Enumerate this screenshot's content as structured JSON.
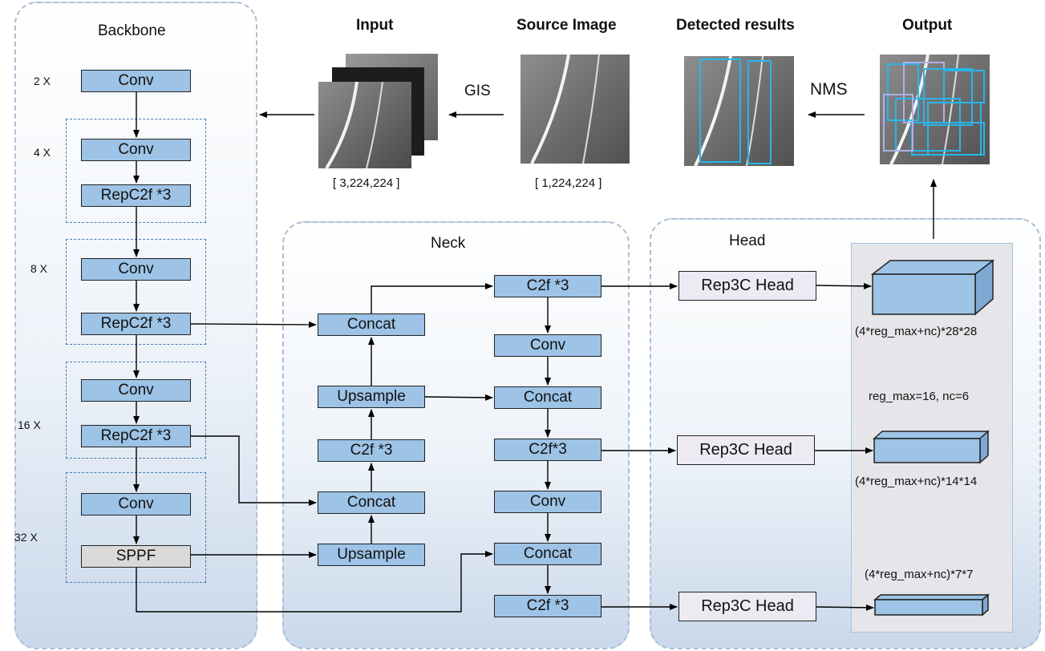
{
  "backbone": {
    "title": "Backbone",
    "scales": [
      "2 X",
      "4 X",
      "8 X",
      "16 X",
      "32 X"
    ],
    "blocks": [
      "Conv",
      "Conv",
      "RepC2f *3",
      "Conv",
      "RepC2f *3",
      "Conv",
      "RepC2f *3",
      "Conv",
      "SPPF"
    ]
  },
  "neck": {
    "title": "Neck",
    "left": [
      "Concat",
      "Upsample",
      "C2f *3",
      "Concat",
      "Upsample"
    ],
    "right": [
      "C2f *3",
      "Conv",
      "Concat",
      "C2f*3",
      "Conv",
      "Concat",
      "C2f *3"
    ]
  },
  "head": {
    "title": "Head",
    "blocks": [
      "Rep3C Head",
      "Rep3C Head",
      "Rep3C Head"
    ],
    "outputs": [
      "(4*reg_max+nc)*28*28",
      "(4*reg_max+nc)*14*14",
      "(4*reg_max+nc)*7*7"
    ],
    "params": "reg_max=16, nc=6"
  },
  "top": {
    "input_label": "Input",
    "source_label": "Source Image",
    "detected_label": "Detected results",
    "output_label": "Output",
    "gis": "GIS",
    "nms": "NMS",
    "input_shape": "[ 3,224,224 ]",
    "source_shape": "[ 1,224,224 ]"
  },
  "colors": {
    "block": "#9dc3e6",
    "sppf": "#d9d9d9",
    "head_block": "#eeeaf4",
    "box": "#29b6e8",
    "panel_border": "#a9bfd6"
  }
}
